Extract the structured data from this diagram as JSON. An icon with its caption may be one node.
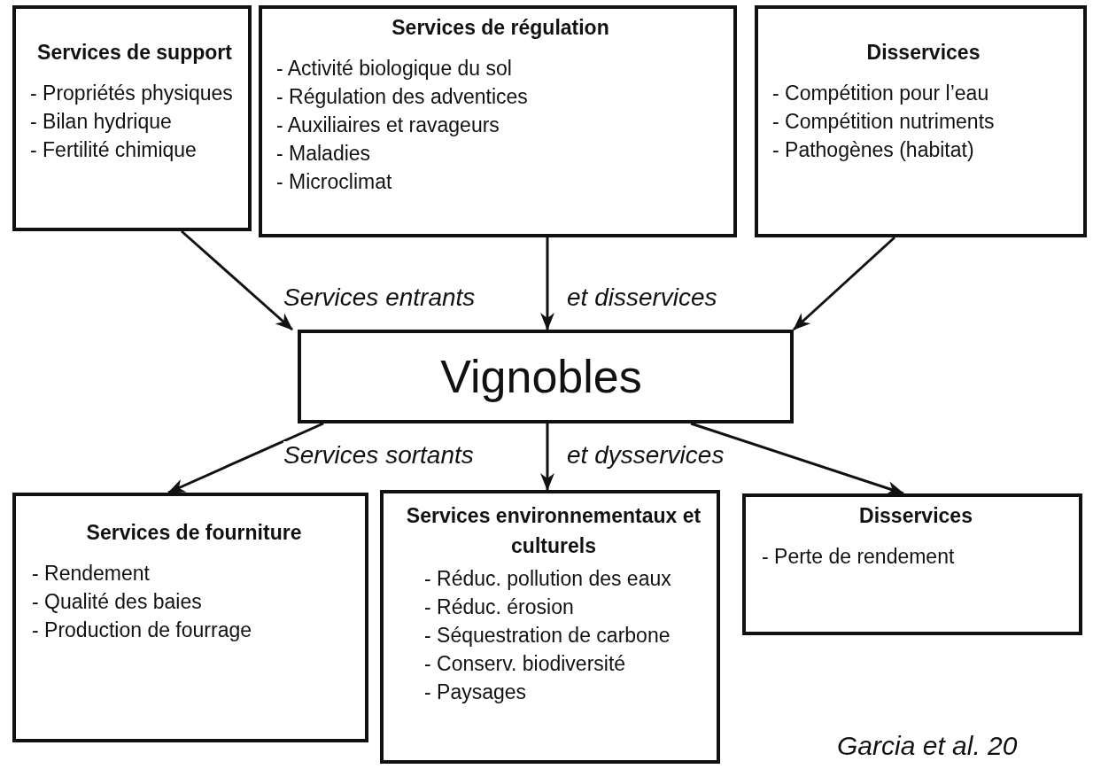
{
  "diagram": {
    "nodes": [
      {
        "text": [
          "Services de support",
          "- Propriétés physiques",
          "- Bilan hydrique",
          "- Fertilité chimique"
        ]
      },
      {
        "text": [
          "Services de régulation",
          "- Activité biologique du sol",
          "- Régulation des adventices",
          "- Auxiliaires et ravageurs",
          "- Maladies",
          "- Microclimat"
        ]
      },
      {
        "text": [
          "Disservices",
          "- Compétition pour l’eau",
          "- Compétition nutriments",
          "- Pathogènes (habitat)"
        ]
      },
      {
        "text": [
          "Vignobles"
        ]
      },
      {
        "text": [
          "Services de fourniture",
          "- Rendement",
          "- Qualité des baies",
          "- Production de fourrage"
        ]
      },
      {
        "text": [
          "Services environnementaux et culturels",
          "- Réduc. pollution des eaux",
          "- Réduc. érosion",
          "- Séquestration de carbone",
          "- Conserv. biodiversité",
          "- Paysages"
        ]
      },
      {
        "text": [
          "Disservices",
          "- Perte de rendement"
        ]
      }
    ],
    "edges": [
      {
        "from": 0,
        "to": 3,
        "arrow": "to"
      },
      {
        "from": 1,
        "to": 3,
        "arrow": "to"
      },
      {
        "from": 2,
        "to": 3,
        "arrow": "to"
      },
      {
        "from": 3,
        "to": 4,
        "arrow": "to"
      },
      {
        "from": 3,
        "to": 5,
        "arrow": "to"
      },
      {
        "from": 3,
        "to": 6,
        "arrow": "to"
      }
    ],
    "labels": [
      "Services entrants",
      "et disservices",
      "Services sortants",
      "et dysservices",
      "Garcia et al. 20"
    ]
  }
}
